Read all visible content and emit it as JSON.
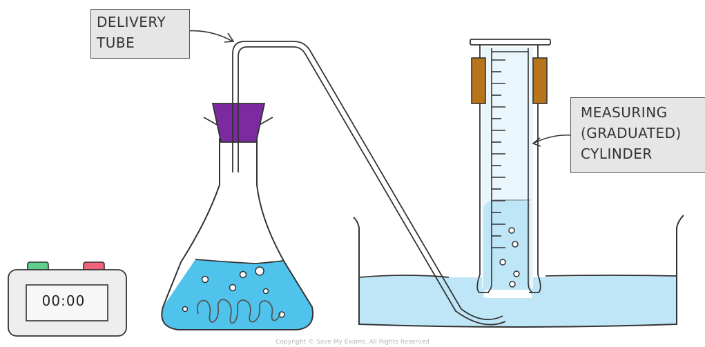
{
  "labels": {
    "delivery_tube": [
      "DELIVERY",
      "TUBE"
    ],
    "measuring_cylinder": [
      "MEASURING",
      "(GRADUATED)",
      "CYLINDER"
    ]
  },
  "timer": {
    "display": "00:00"
  },
  "copyright": "Copyright © Save My Exams. All Rights Reserved",
  "colors": {
    "water_light": "#bfe6f7",
    "flask_liquid": "#4fc3ec",
    "bung": "#7b2aa0",
    "clamp": "#b8741b",
    "timer_green": "#5ecf8c",
    "timer_red": "#f0637a"
  }
}
